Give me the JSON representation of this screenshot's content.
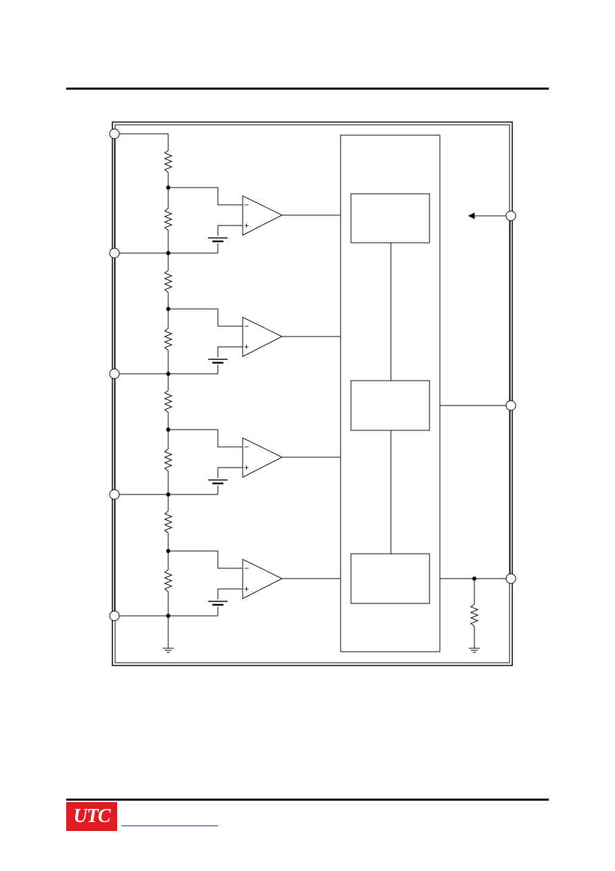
{
  "header": {
    "rule": "top-rule"
  },
  "diagram": {
    "stages": 4,
    "components": [
      "resistor",
      "comparator",
      "reference-battery",
      "logic-block",
      "ground",
      "pin"
    ],
    "comparator_inputs": {
      "inverting": "−",
      "non_inverting": "+"
    }
  },
  "footer": {
    "logo_text": "UTC",
    "logo_color": "#e11b22",
    "link_text": "",
    "link_color": "#2222cc"
  }
}
